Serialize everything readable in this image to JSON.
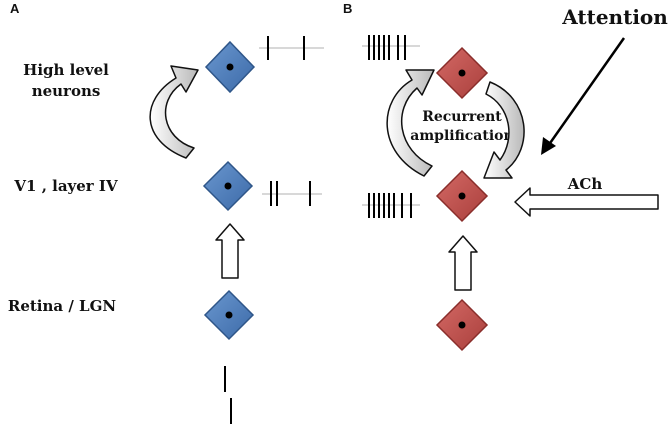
{
  "panels": {
    "a_letter": "A",
    "b_letter": "B"
  },
  "labels": {
    "high_level_line1": "High level",
    "high_level_line2": "neurons",
    "v1_layer": "V1 , layer IV",
    "retina": "Retina / LGN",
    "attention": "Attention",
    "ach": "ACh",
    "recurrent_line1": "Recurrent",
    "recurrent_line2": "amplification"
  },
  "colors": {
    "panel_a_neuron": "#4f81bd",
    "panel_b_neuron": "#c0504d",
    "arrow_fill": "#c8c8c8",
    "stroke": "#111111"
  },
  "spike_counts": {
    "a_high_level": 2,
    "a_v1": 3,
    "a_retina": 2,
    "b_high_level": 7,
    "b_v1": 8
  }
}
